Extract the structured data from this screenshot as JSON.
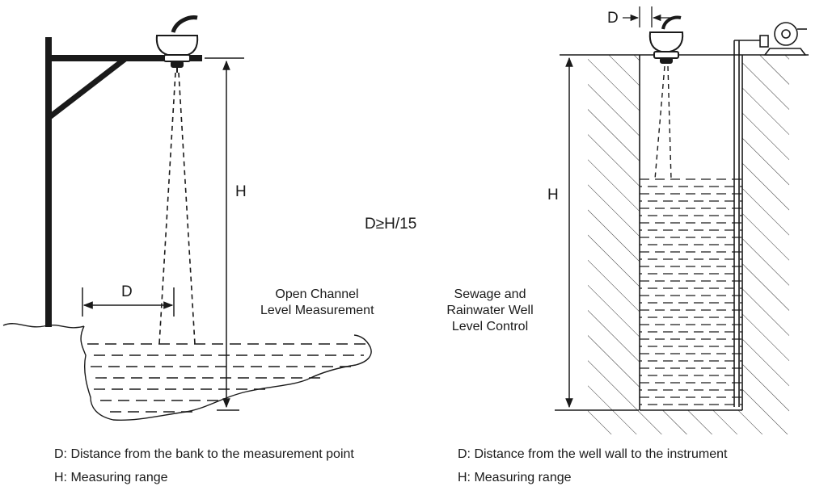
{
  "formula": "D≥H/15",
  "left_diagram": {
    "caption_line1": "Open Channel",
    "caption_line2": "Level Measurement",
    "label_h": "H",
    "label_d": "D",
    "legend_d": "D: Distance from the bank to the measurement point",
    "legend_h": "H: Measuring range"
  },
  "right_diagram": {
    "caption_line1": "Sewage and",
    "caption_line2": "Rainwater Well",
    "caption_line3": "Level Control",
    "label_h": "H",
    "label_d": "D",
    "legend_d": "D: Distance from the well wall to the instrument",
    "legend_h": "H: Measuring range"
  }
}
